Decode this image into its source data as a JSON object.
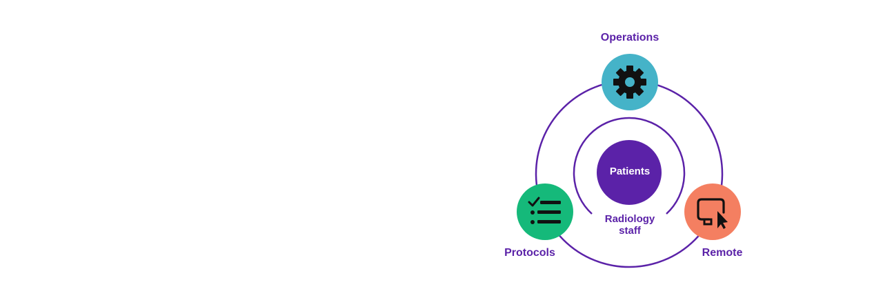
{
  "diagram": {
    "center": {
      "label": "Patients"
    },
    "inner_ring": {
      "label_line1": "Radiology",
      "label_line2": "staff"
    },
    "nodes": {
      "operations": {
        "label": "Operations",
        "icon": "gear-icon"
      },
      "protocols": {
        "label": "Protocols",
        "icon": "checklist-icon"
      },
      "remote": {
        "label": "Remote",
        "icon": "remote-screen-cursor-icon"
      }
    }
  },
  "colors": {
    "ring": "#5b22a8",
    "center_fill": "#5b22a8",
    "operations_fill": "#45b3c8",
    "protocols_fill": "#15b97a",
    "remote_fill": "#f47f61",
    "label_text": "#5b22a8",
    "icon": "#111111"
  }
}
